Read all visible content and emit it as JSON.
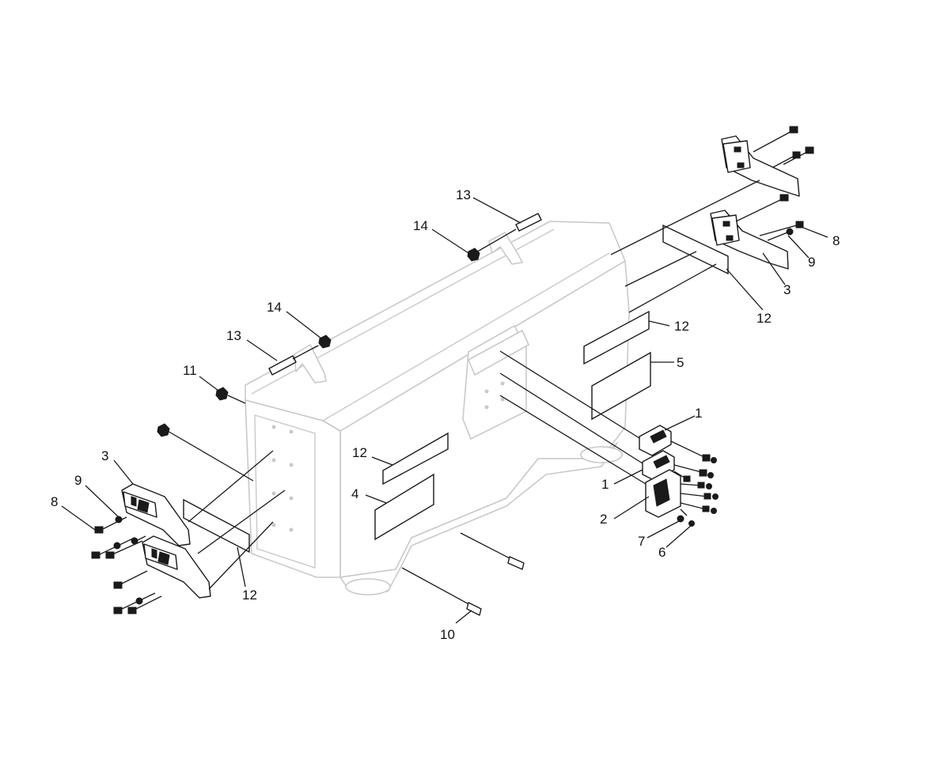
{
  "diagram": {
    "callouts": [
      {
        "id": "c1a",
        "label": "1"
      },
      {
        "id": "c1b",
        "label": "1"
      },
      {
        "id": "c2",
        "label": "2"
      },
      {
        "id": "c3a",
        "label": "3"
      },
      {
        "id": "c3b",
        "label": "3"
      },
      {
        "id": "c4",
        "label": "4"
      },
      {
        "id": "c5",
        "label": "5"
      },
      {
        "id": "c6",
        "label": "6"
      },
      {
        "id": "c7",
        "label": "7"
      },
      {
        "id": "c8a",
        "label": "8"
      },
      {
        "id": "c8b",
        "label": "8"
      },
      {
        "id": "c9a",
        "label": "9"
      },
      {
        "id": "c9b",
        "label": "9"
      },
      {
        "id": "c10",
        "label": "10"
      },
      {
        "id": "c11",
        "label": "11"
      },
      {
        "id": "c12a",
        "label": "12"
      },
      {
        "id": "c12b",
        "label": "12"
      },
      {
        "id": "c12c",
        "label": "12"
      },
      {
        "id": "c12d",
        "label": "12"
      },
      {
        "id": "c13a",
        "label": "13"
      },
      {
        "id": "c13b",
        "label": "13"
      },
      {
        "id": "c14a",
        "label": "14"
      },
      {
        "id": "c14b",
        "label": "14"
      }
    ]
  },
  "colors": {
    "line": "#1a1a1a",
    "ghost_outline": "#c9c9c9",
    "background": "#ffffff"
  }
}
